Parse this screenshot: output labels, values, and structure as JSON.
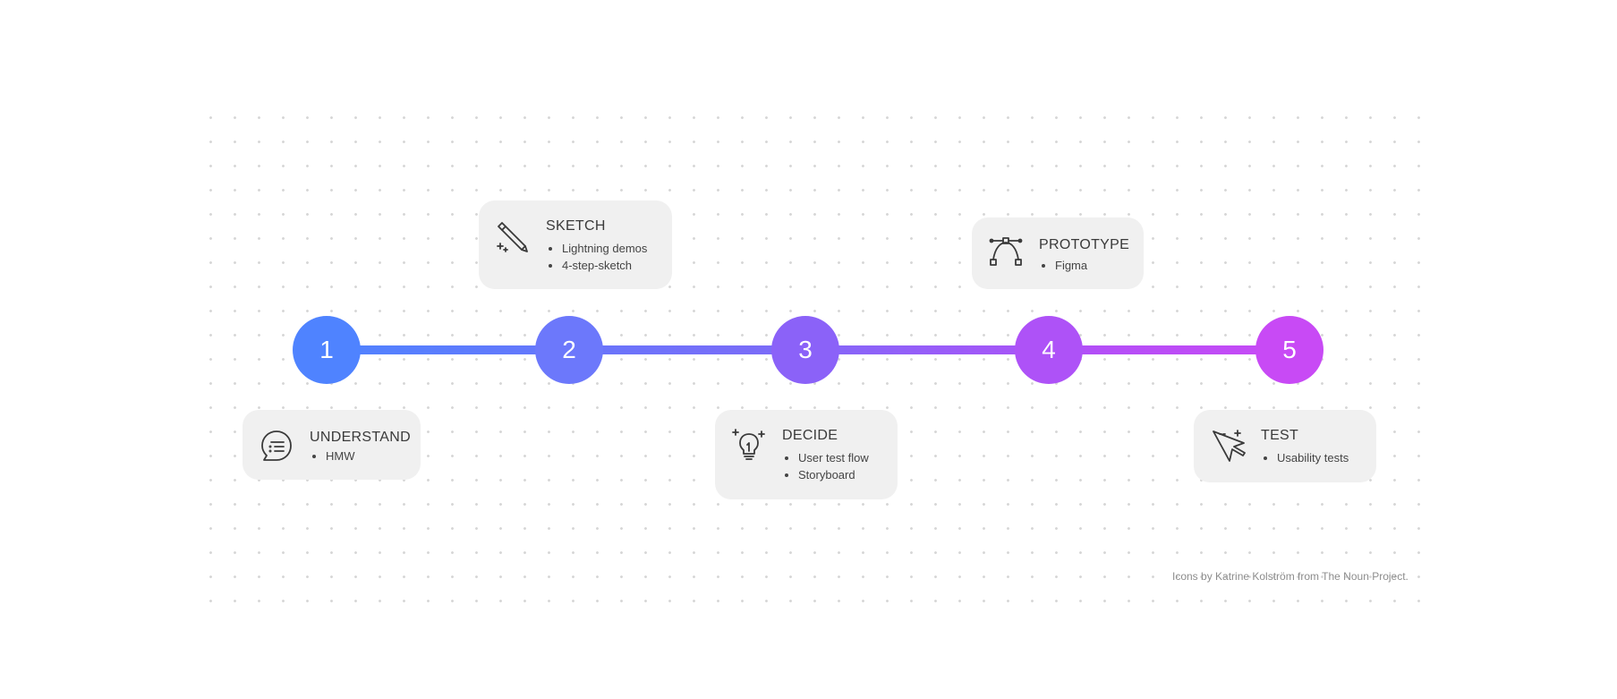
{
  "steps": [
    {
      "number": "1",
      "title": "UNDERSTAND",
      "items": [
        "HMW"
      ],
      "icon": "speech-bubble-icon",
      "color": "#4f83ff",
      "position": "below"
    },
    {
      "number": "2",
      "title": "SKETCH",
      "items": [
        "Lightning demos",
        "4-step-sketch"
      ],
      "icon": "pencil-icon",
      "color": "#6c78fb",
      "position": "above"
    },
    {
      "number": "3",
      "title": "DECIDE",
      "items": [
        "User test flow",
        "Storyboard"
      ],
      "icon": "lightbulb-icon",
      "color": "#8b62f8",
      "position": "below"
    },
    {
      "number": "4",
      "title": "PROTOTYPE",
      "items": [
        "Figma"
      ],
      "icon": "bezier-curve-icon",
      "color": "#ae52f7",
      "position": "above"
    },
    {
      "number": "5",
      "title": "TEST",
      "items": [
        "Usability tests"
      ],
      "icon": "cursor-icon",
      "color": "#c84af5",
      "position": "below"
    }
  ],
  "credit": "Icons by Katrine Kolström from The Noun Project."
}
